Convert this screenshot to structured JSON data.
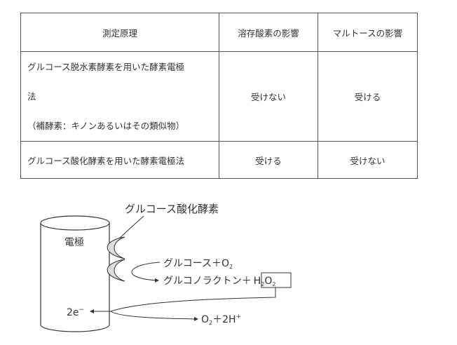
{
  "table": {
    "headers": [
      "測定原理",
      "溶存酸素の影響",
      "マルトースの影響"
    ],
    "rows": [
      {
        "principle_lines": [
          "グルコース脱水素酵素を用いた酵素電極",
          "法",
          "（補酵素：キノンあるいはその類似物）"
        ],
        "dissolved_oxygen": "受けない",
        "maltose": "受ける"
      },
      {
        "principle_lines": [
          "グルコース酸化酵素を用いた酵素電極法"
        ],
        "dissolved_oxygen": "受ける",
        "maltose": "受けない"
      }
    ]
  },
  "diagram": {
    "enzyme_label": "グルコース酸化酵素",
    "electrode_label": "電極",
    "reactant": {
      "glucose": "グルコース＋O",
      "sub": "2"
    },
    "product": {
      "lactone": "グルコノラクトン＋",
      "h": "H",
      "sub1": "2",
      "o": "O",
      "sub2": "2"
    },
    "electrons": {
      "text": "2e",
      "sup": "−"
    },
    "oxidation_product": {
      "o": "O",
      "sub": "2",
      "rest": "＋2H",
      "sup": "+"
    }
  }
}
